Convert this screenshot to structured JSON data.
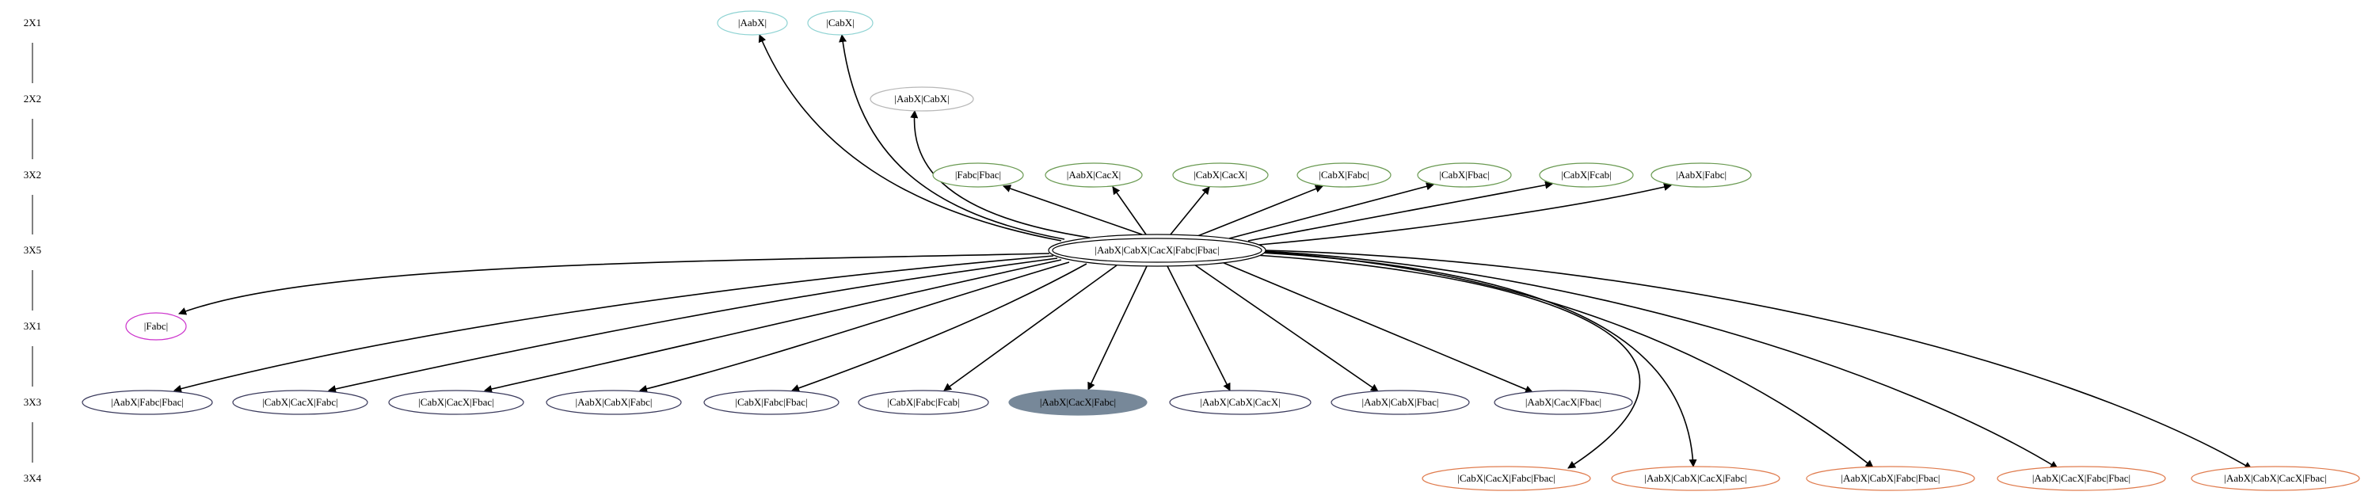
{
  "levels": [
    {
      "id": "L0",
      "label": "2X1"
    },
    {
      "id": "L1",
      "label": "2X2"
    },
    {
      "id": "L2",
      "label": "3X2"
    },
    {
      "id": "L3",
      "label": "3X5"
    },
    {
      "id": "L4",
      "label": "3X1"
    },
    {
      "id": "L5",
      "label": "3X3"
    },
    {
      "id": "L6",
      "label": "3X4"
    }
  ],
  "colors": {
    "black": "#000000",
    "teal": "#8fd3d3",
    "gray": "#b8b8b8",
    "green": "#6a9a52",
    "magenta": "#cc33cc",
    "navy": "#3a3a5c",
    "filled": "#778899",
    "orange": "#e07c4e"
  },
  "center_node": "|AabX|CabX|CacX|Fabc|Fbac|",
  "nodes": [
    {
      "id": "n_aabx",
      "label": "|AabX|",
      "level": 0,
      "style": "teal"
    },
    {
      "id": "n_cabx",
      "label": "|CabX|",
      "level": 0,
      "style": "teal"
    },
    {
      "id": "n_aabx_cabx",
      "label": "|AabX|CabX|",
      "level": 1,
      "style": "gray"
    },
    {
      "id": "n_fabc_fbac",
      "label": "|Fabc|Fbac|",
      "level": 2,
      "style": "green"
    },
    {
      "id": "n_aabx_cacx",
      "label": "|AabX|CacX|",
      "level": 2,
      "style": "green"
    },
    {
      "id": "n_cabx_cacx",
      "label": "|CabX|CacX|",
      "level": 2,
      "style": "green"
    },
    {
      "id": "n_cabx_fabc",
      "label": "|CabX|Fabc|",
      "level": 2,
      "style": "green"
    },
    {
      "id": "n_cabx_fbac",
      "label": "|CabX|Fbac|",
      "level": 2,
      "style": "green"
    },
    {
      "id": "n_cabx_fcab",
      "label": "|CabX|Fcab|",
      "level": 2,
      "style": "green"
    },
    {
      "id": "n_aabx_fabc",
      "label": "|AabX|Fabc|",
      "level": 2,
      "style": "green"
    },
    {
      "id": "n_center",
      "label": "|AabX|CabX|CacX|Fabc|Fbac|",
      "level": 3,
      "style": "double"
    },
    {
      "id": "n_fabc",
      "label": "|Fabc|",
      "level": 4,
      "style": "magenta"
    },
    {
      "id": "n_aabx_fabc_fbac",
      "label": "|AabX|Fabc|Fbac|",
      "level": 5,
      "style": "navy"
    },
    {
      "id": "n_cabx_cacx_fabc",
      "label": "|CabX|CacX|Fabc|",
      "level": 5,
      "style": "navy"
    },
    {
      "id": "n_cabx_cacx_fbac",
      "label": "|CabX|CacX|Fbac|",
      "level": 5,
      "style": "navy"
    },
    {
      "id": "n_aabx_cabx_fabc",
      "label": "|AabX|CabX|Fabc|",
      "level": 5,
      "style": "navy"
    },
    {
      "id": "n_cabx_fabc_fbac",
      "label": "|CabX|Fabc|Fbac|",
      "level": 5,
      "style": "navy"
    },
    {
      "id": "n_cabx_fabc_fcab",
      "label": "|CabX|Fabc|Fcab|",
      "level": 5,
      "style": "navy"
    },
    {
      "id": "n_aabx_cacx_fabc",
      "label": "|AabX|CacX|Fabc|",
      "level": 5,
      "style": "filled"
    },
    {
      "id": "n_aabx_cabx_cacx",
      "label": "|AabX|CabX|CacX|",
      "level": 5,
      "style": "navy"
    },
    {
      "id": "n_aabx_cabx_fbac",
      "label": "|AabX|CabX|Fbac|",
      "level": 5,
      "style": "navy"
    },
    {
      "id": "n_aabx_cacx_fbac",
      "label": "|AabX|CacX|Fbac|",
      "level": 5,
      "style": "navy"
    },
    {
      "id": "n_cabx_cacx_fabc_fbac",
      "label": "|CabX|CacX|Fabc|Fbac|",
      "level": 6,
      "style": "orange"
    },
    {
      "id": "n_aabx_cabx_cacx_fabc",
      "label": "|AabX|CabX|CacX|Fabc|",
      "level": 6,
      "style": "orange"
    },
    {
      "id": "n_aabx_cabx_fabc_fbac",
      "label": "|AabX|CabX|Fabc|Fbac|",
      "level": 6,
      "style": "orange"
    },
    {
      "id": "n_aabx_cacx_fabc_fbac",
      "label": "|AabX|CacX|Fabc|Fbac|",
      "level": 6,
      "style": "orange"
    },
    {
      "id": "n_aabx_cabx_cacx_fbac",
      "label": "|AabX|CabX|CacX|Fbac|",
      "level": 6,
      "style": "orange"
    }
  ],
  "edges": [
    {
      "from": "n_center",
      "to": "n_aabx"
    },
    {
      "from": "n_center",
      "to": "n_cabx"
    },
    {
      "from": "n_center",
      "to": "n_aabx_cabx"
    },
    {
      "from": "n_center",
      "to": "n_fabc_fbac"
    },
    {
      "from": "n_center",
      "to": "n_aabx_cacx"
    },
    {
      "from": "n_center",
      "to": "n_cabx_cacx"
    },
    {
      "from": "n_center",
      "to": "n_cabx_fabc"
    },
    {
      "from": "n_center",
      "to": "n_cabx_fbac"
    },
    {
      "from": "n_center",
      "to": "n_cabx_fcab"
    },
    {
      "from": "n_center",
      "to": "n_aabx_fabc"
    },
    {
      "from": "n_center",
      "to": "n_fabc"
    },
    {
      "from": "n_center",
      "to": "n_aabx_fabc_fbac"
    },
    {
      "from": "n_center",
      "to": "n_cabx_cacx_fabc"
    },
    {
      "from": "n_center",
      "to": "n_cabx_cacx_fbac"
    },
    {
      "from": "n_center",
      "to": "n_aabx_cabx_fabc"
    },
    {
      "from": "n_center",
      "to": "n_cabx_fabc_fbac"
    },
    {
      "from": "n_center",
      "to": "n_cabx_fabc_fcab"
    },
    {
      "from": "n_center",
      "to": "n_aabx_cacx_fabc"
    },
    {
      "from": "n_center",
      "to": "n_aabx_cabx_cacx"
    },
    {
      "from": "n_center",
      "to": "n_aabx_cabx_fbac"
    },
    {
      "from": "n_center",
      "to": "n_aabx_cacx_fbac"
    },
    {
      "from": "n_center",
      "to": "n_cabx_cacx_fabc_fbac"
    },
    {
      "from": "n_center",
      "to": "n_aabx_cabx_cacx_fabc"
    },
    {
      "from": "n_center",
      "to": "n_aabx_cabx_fabc_fbac"
    },
    {
      "from": "n_center",
      "to": "n_aabx_cacx_fabc_fbac"
    },
    {
      "from": "n_center",
      "to": "n_aabx_cabx_cacx_fbac"
    }
  ]
}
